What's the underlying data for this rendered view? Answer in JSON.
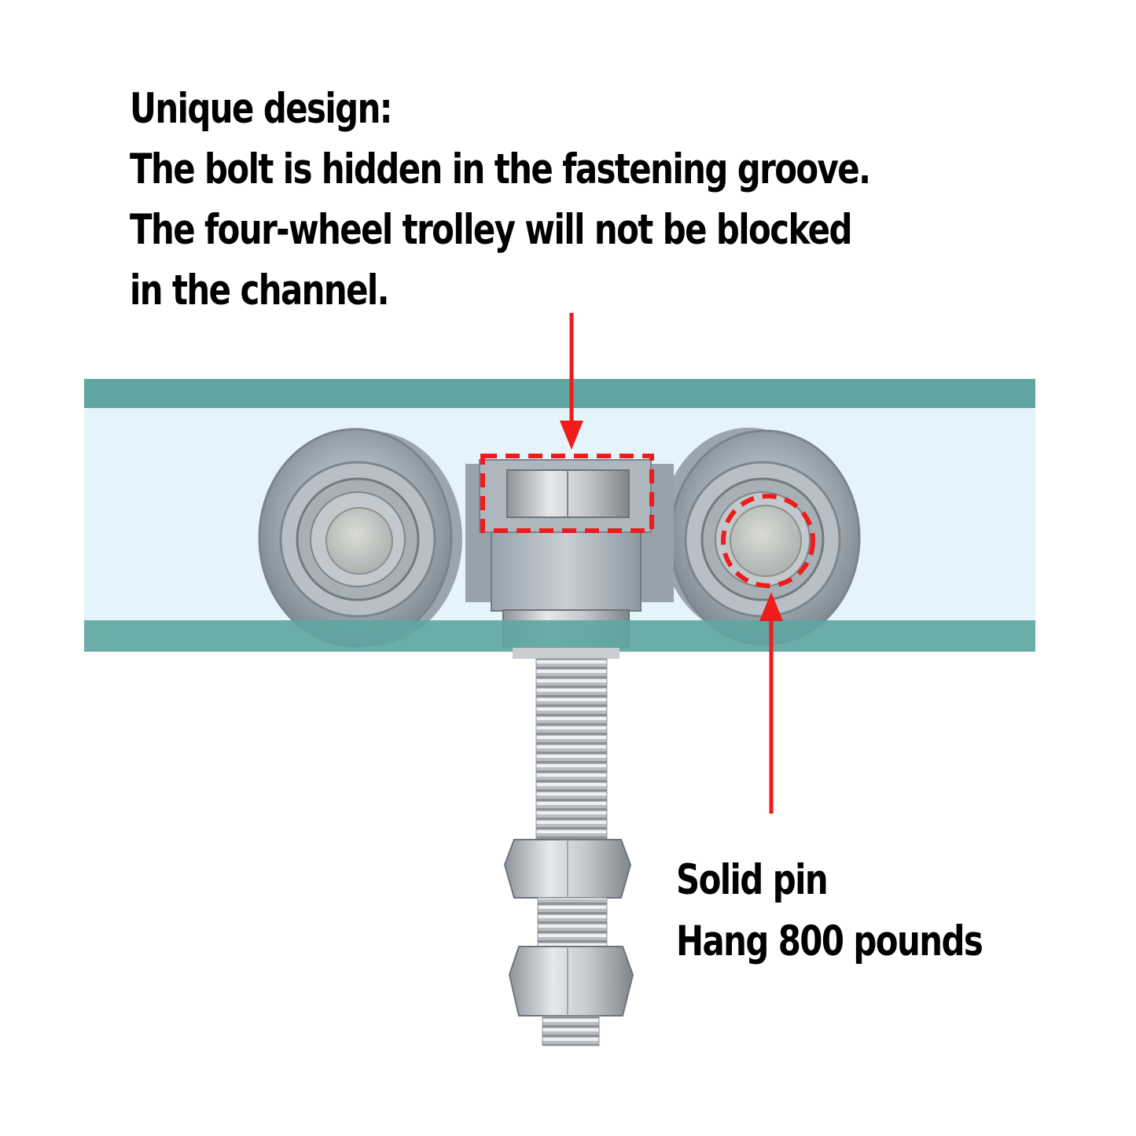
{
  "heading": {
    "line1": "Unique design:",
    "line2": "The bolt is hidden in the fastening groove.",
    "line3": "The four-wheel trolley will not be blocked",
    "line4": "in the channel."
  },
  "callout": {
    "line1": "Solid pin",
    "line2": "Hang 800 pounds"
  },
  "colors": {
    "rail": "#5fa6a2",
    "channel": "#e4f4fa",
    "metal": "#a9b3bc",
    "annotation": "#ee1c1c",
    "text": "#000000"
  },
  "icons": {
    "top_arrow": "arrow-down-icon",
    "bottom_arrow": "arrow-up-icon"
  }
}
